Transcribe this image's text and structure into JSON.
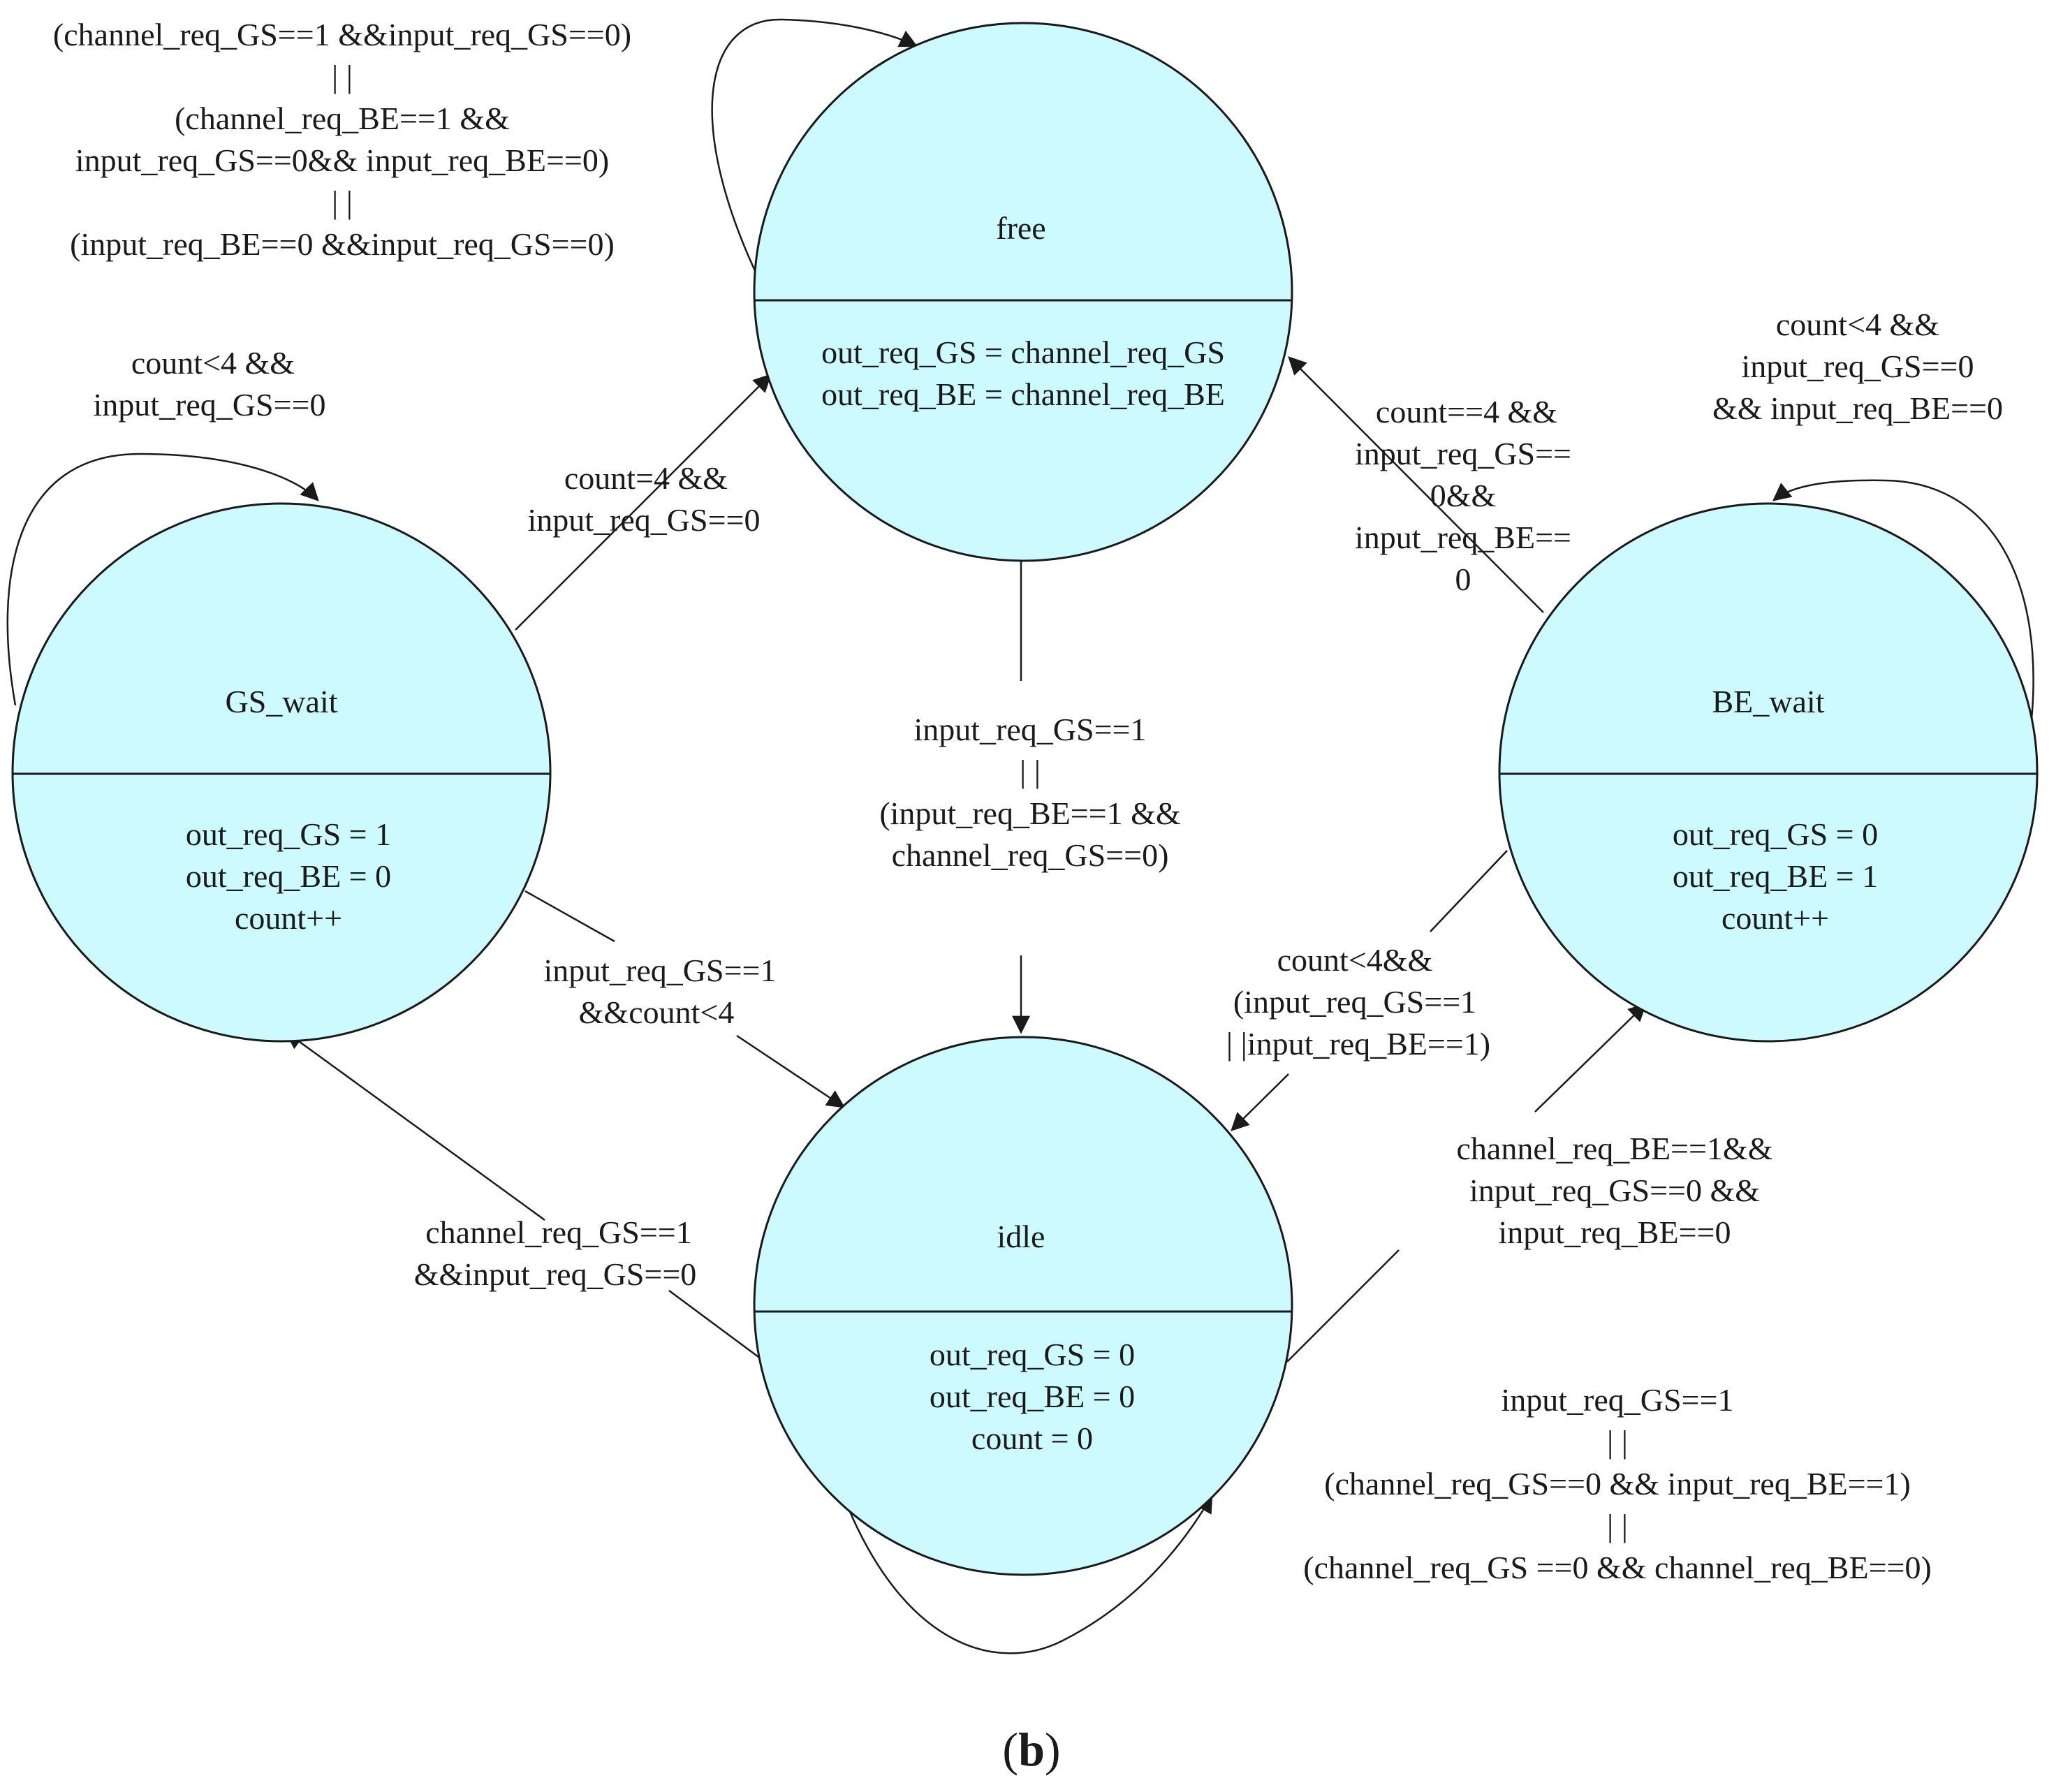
{
  "states": {
    "free": {
      "name": "free",
      "actions": [
        "out_req_GS = channel_req_GS",
        "out_req_BE = channel_req_BE"
      ]
    },
    "gs_wait": {
      "name": "GS_wait",
      "actions": [
        "out_req_GS = 1",
        "out_req_BE = 0",
        "count++"
      ]
    },
    "be_wait": {
      "name": "BE_wait",
      "actions": [
        "out_req_GS = 0",
        "out_req_BE = 1",
        "count++"
      ]
    },
    "idle": {
      "name": "idle",
      "actions": [
        "out_req_GS = 0",
        "out_req_BE = 0",
        "count = 0"
      ]
    }
  },
  "transitions": {
    "free_self": [
      "(channel_req_GS==1 &&input_req_GS==0)",
      "| |",
      "(channel_req_BE==1 &&",
      "input_req_GS==0&& input_req_BE==0)",
      "| |",
      "(input_req_BE==0 &&input_req_GS==0)"
    ],
    "gs_wait_self": [
      "count<4 &&",
      "input_req_GS==0"
    ],
    "gs_wait_to_free": [
      "count=4 &&",
      "input_req_GS==0"
    ],
    "free_to_idle": [
      "input_req_GS==1",
      "| |",
      "(input_req_BE==1 &&",
      "channel_req_GS==0)"
    ],
    "be_wait_to_free": [
      "count==4 &&",
      "input_req_GS==",
      "0&&",
      "input_req_BE==",
      "0"
    ],
    "be_wait_self": [
      "count<4 &&",
      "input_req_GS==0",
      "&& input_req_BE==0"
    ],
    "gs_wait_to_idle": [
      "input_req_GS==1",
      "&&count<4"
    ],
    "be_wait_to_idle": [
      "count<4&&",
      "(input_req_GS==1",
      "| |input_req_BE==1)"
    ],
    "idle_to_gs_wait": [
      "channel_req_GS==1",
      "&&input_req_GS==0"
    ],
    "idle_to_be_wait": [
      "channel_req_BE==1&&",
      "input_req_GS==0 &&",
      "input_req_BE==0"
    ],
    "idle_self": [
      "input_req_GS==1",
      "| |",
      "(channel_req_GS==0 && input_req_BE==1)",
      "| |",
      "(channel_req_GS ==0 && channel_req_BE==0)"
    ]
  },
  "caption": {
    "prefix": "(",
    "letter": "b",
    "suffix": ")"
  }
}
